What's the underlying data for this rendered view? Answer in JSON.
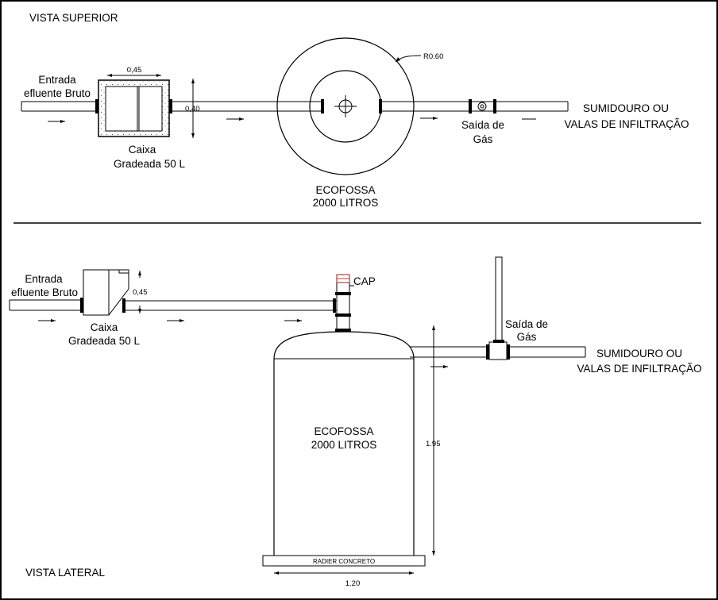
{
  "top_view": {
    "title": "VISTA SUPERIOR",
    "inlet_line1": "Entrada",
    "inlet_line2": "efluente Bruto",
    "box_width": "0,45",
    "box_depth": "0,40",
    "box_line1": "Caixa",
    "box_line2": "Gradeada 50 L",
    "tank_radius": "R0.60",
    "tank_line1": "ECOFOSSA",
    "tank_line2": "2000 LITROS",
    "gas_line1": "Saída de",
    "gas_line2": "Gás",
    "outlet_line1": "SUMIDOURO OU",
    "outlet_line2": "VALAS DE INFILTRAÇÃO"
  },
  "side_view": {
    "title": "VISTA LATERAL",
    "inlet_line1": "Entrada",
    "inlet_line2": "efluente Bruto",
    "box_height": "0,45",
    "box_line1": "Caixa",
    "box_line2": "Gradeada 50 L",
    "cap": "CAP",
    "gas_line1": "Saída de",
    "gas_line2": "Gás",
    "outlet_line1": "SUMIDOURO OU",
    "outlet_line2": "VALAS DE INFILTRAÇÃO",
    "tank_line1": "ECOFOSSA",
    "tank_line2": "2000 LITROS",
    "tank_height": "1.95",
    "slab": "RADIER CONCRETO",
    "tank_width": "1.20"
  }
}
